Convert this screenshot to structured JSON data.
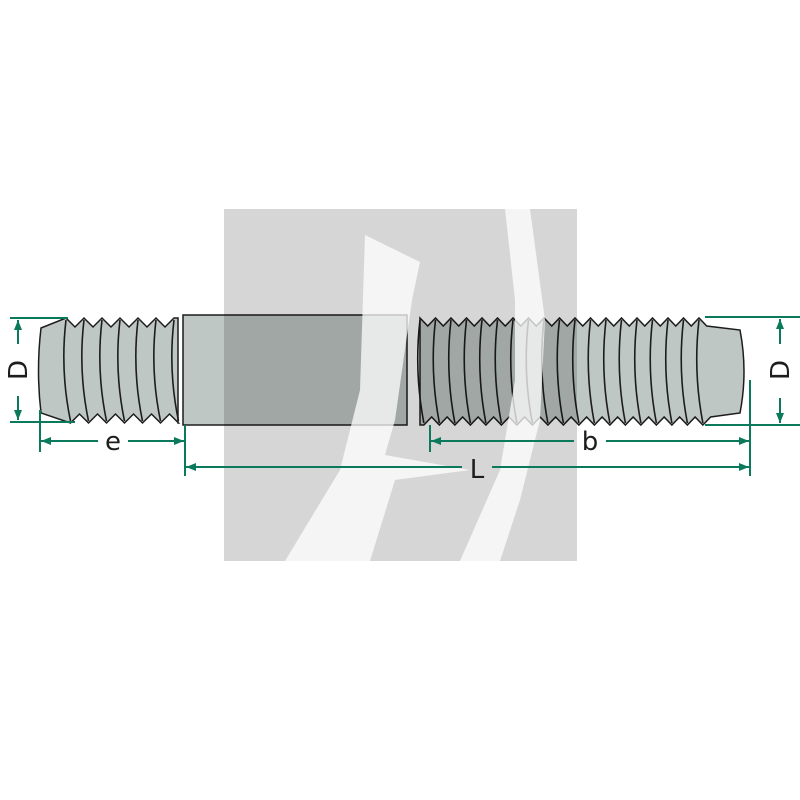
{
  "diagram": {
    "subject": "stud-bolt",
    "colors": {
      "dimension": "#0b7a5c",
      "bolt_fill": "#bfc7c5",
      "outline": "#1d1d1b",
      "watermark": "#d6d6d6"
    },
    "labels": {
      "diameter_left": "D",
      "diameter_right": "D",
      "short_thread_length": "e",
      "long_thread_length": "b",
      "overall_length": "L"
    }
  }
}
